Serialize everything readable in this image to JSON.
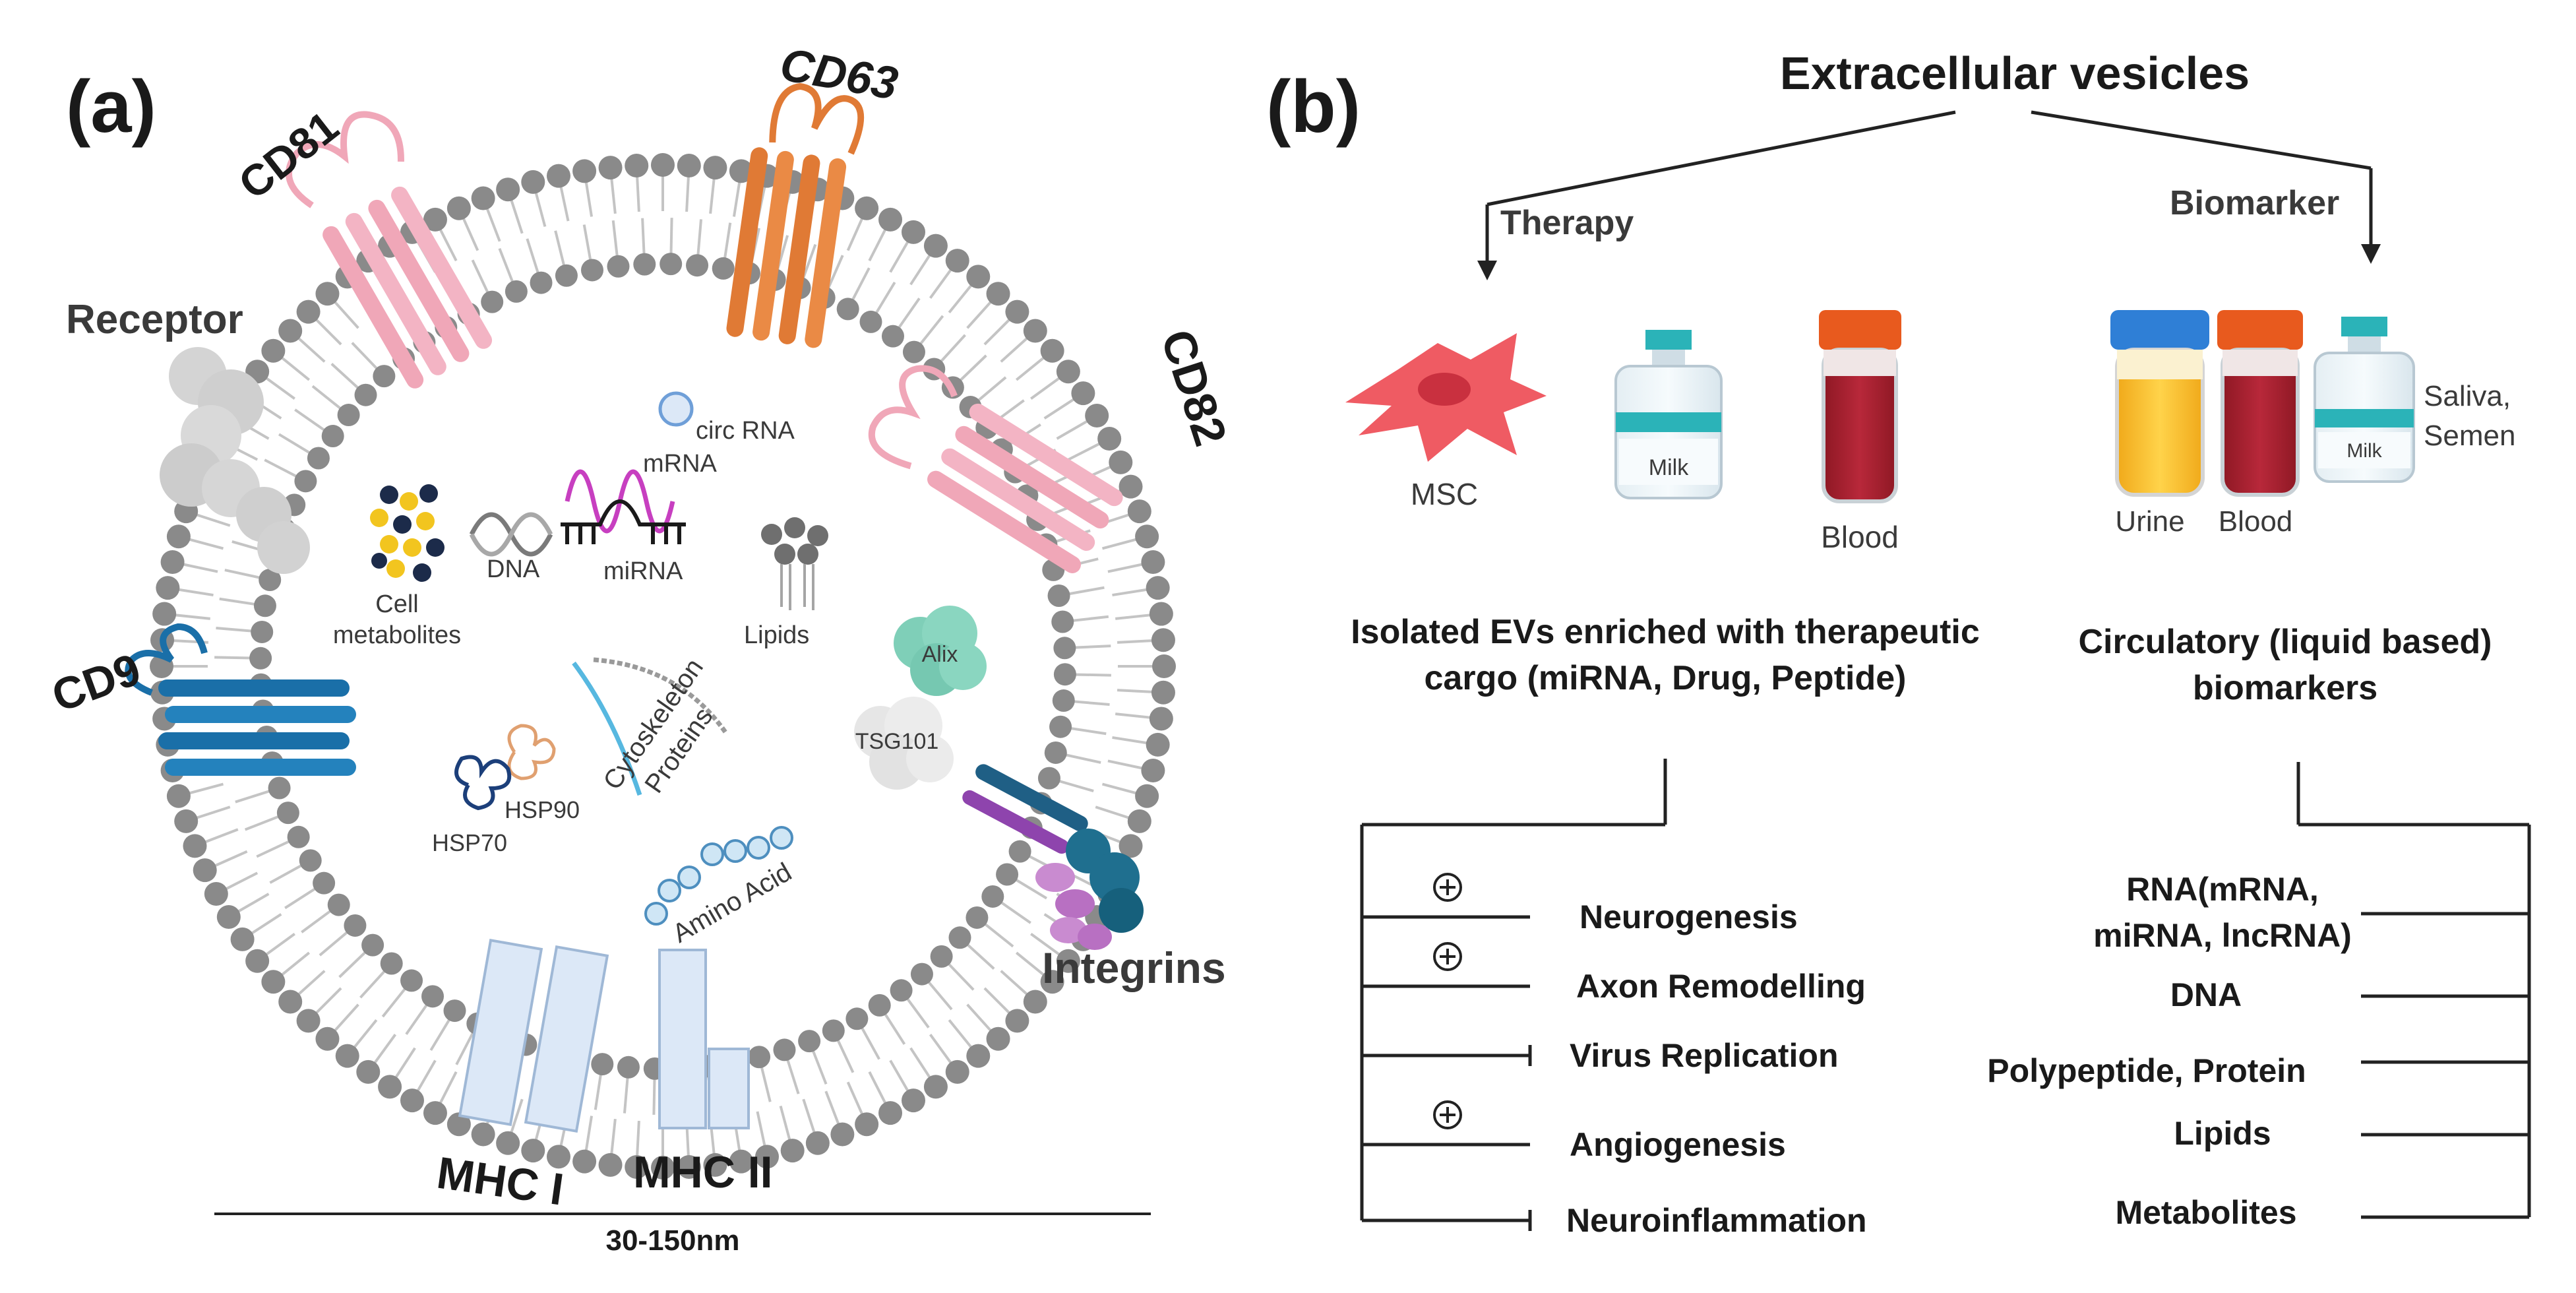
{
  "panel_a": {
    "label": "(a)",
    "markers": {
      "cd63": "CD63",
      "cd81": "CD81",
      "cd82": "CD82",
      "cd9": "CD9",
      "receptor": "Receptor",
      "integrins": "Integrins",
      "mhc1": "MHC I",
      "mhc2": "MHC II"
    },
    "cargo": {
      "circ_rna": "circ RNA",
      "mrna": "mRNA",
      "mirna": "miRNA",
      "dna": "DNA",
      "cell_metabolites_1": "Cell",
      "cell_metabolites_2": "metabolites",
      "lipids": "Lipids",
      "alix": "Alix",
      "tsg101": "TSG101",
      "cytoskeleton_1": "Cytoskeleton",
      "cytoskeleton_2": "Proteins",
      "hsp90": "HSP90",
      "hsp70": "HSP70",
      "amino_acid": "Amino Acid"
    },
    "scale": "30-150nm"
  },
  "panel_b": {
    "label": "(b)",
    "title": "Extracellular vesicles",
    "therapy": "Therapy",
    "biomarker": "Biomarker",
    "therapy_items": {
      "msc": "MSC",
      "milk": "Milk",
      "blood": "Blood"
    },
    "biomarker_items": {
      "urine": "Urine",
      "blood": "Blood",
      "milk": "Milk",
      "saliva_1": "Saliva,",
      "saliva_2": "Semen"
    },
    "therapy_desc_1": "Isolated EVs enriched with therapeutic",
    "therapy_desc_2": "cargo (miRNA, Drug, Peptide)",
    "biomarker_desc_1": "Circulatory (liquid based)",
    "biomarker_desc_2": "biomarkers",
    "effects": [
      {
        "label": "Neurogenesis",
        "type": "promote"
      },
      {
        "label": "Axon Remodelling",
        "type": "promote"
      },
      {
        "label": "Virus Replication",
        "type": "inhibit"
      },
      {
        "label": "Angiogenesis",
        "type": "promote"
      },
      {
        "label": "Neuroinflammation",
        "type": "inhibit"
      }
    ],
    "biomarkers": {
      "rna_1": "RNA(mRNA,",
      "rna_2": "miRNA, lncRNA)",
      "dna": "DNA",
      "protein": "Polypeptide, Protein",
      "lipids": "Lipids",
      "metabolites": "Metabolites"
    }
  },
  "colors": {
    "membrane_head": "#8a8a8a",
    "cd81": "#f0a7b8",
    "cd63": "#e07a35",
    "cd9": "#1a6fa8",
    "integrin": "#1f6f8f",
    "mhc": "#dce8f7",
    "msc": "#ef5b63",
    "blood": "#a9202c",
    "urine": "#f2b71f",
    "cap_orange": "#e85a1e",
    "cap_blue": "#2f7fd6",
    "cap_teal": "#2bb3b8"
  }
}
